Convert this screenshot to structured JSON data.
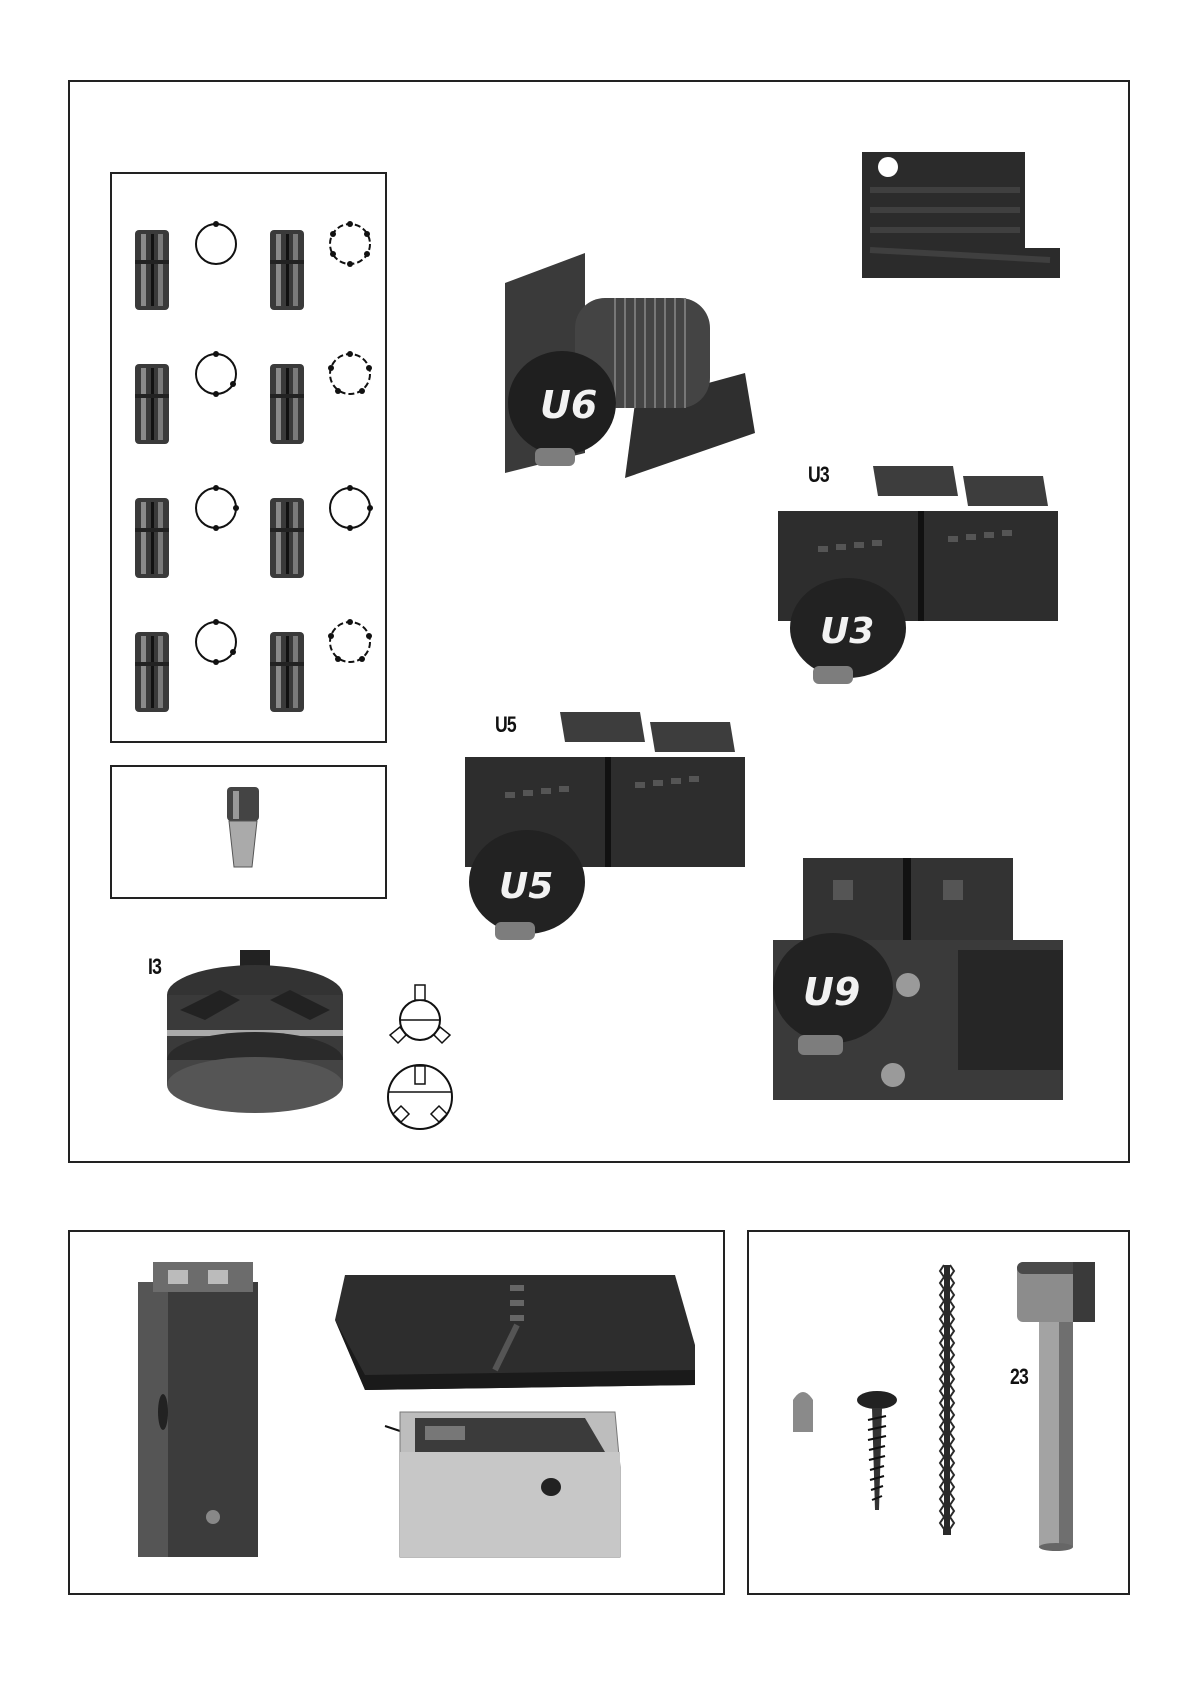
{
  "labels": {
    "u6": "U6",
    "u3": "U3",
    "u5": "U5",
    "u9": "U9",
    "i3": "I3",
    "n23": "23"
  },
  "colors": {
    "ink": "#222222",
    "dark_metal": "#2e2e2e",
    "mid_metal": "#6a6a6a",
    "light_metal": "#b8b8b8"
  }
}
